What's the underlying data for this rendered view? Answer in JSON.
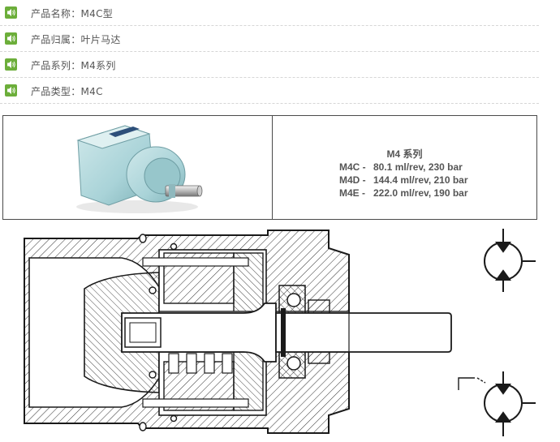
{
  "attributes": [
    {
      "text": "产品名称：M4C型",
      "icon": "speaker-icon"
    },
    {
      "text": "产品归属：叶片马达",
      "icon": "speaker-icon"
    },
    {
      "text": "产品系列：M4系列",
      "icon": "speaker-icon"
    },
    {
      "text": "产品类型：M4C",
      "icon": "speaker-icon"
    }
  ],
  "spec": {
    "series_title": "M4 系列",
    "models": [
      {
        "model": "M4C -",
        "value": "80.1 ml/rev, 230 bar"
      },
      {
        "model": "M4D -",
        "value": "144.4 ml/rev, 210 bar"
      },
      {
        "model": "M4E -",
        "value": "222.0 ml/rev, 190 bar"
      }
    ]
  },
  "colors": {
    "icon_green": "#6cae3a",
    "pump_body": "#a9d3d8",
    "drawing_line": "#1a1a1a"
  }
}
